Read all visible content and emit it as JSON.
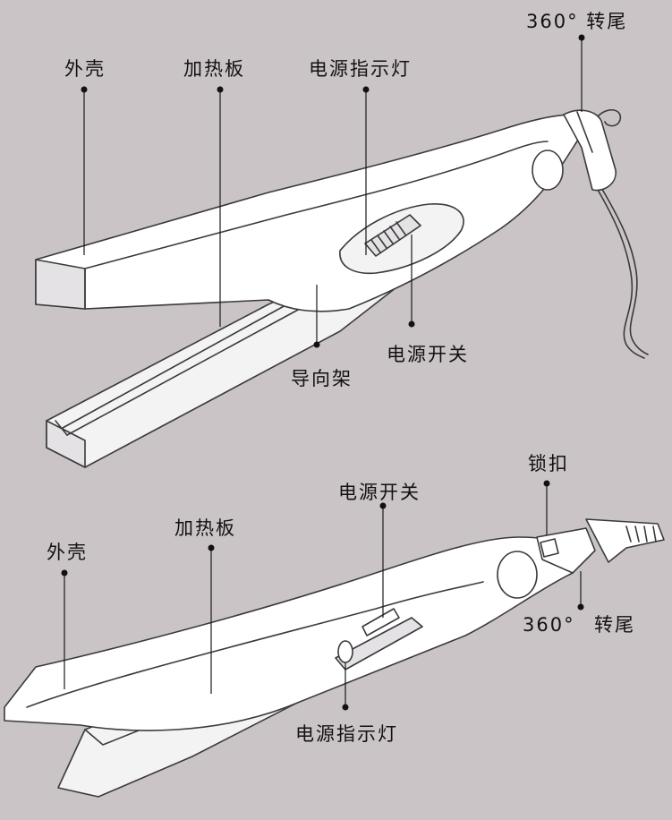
{
  "top_diagram": {
    "labels": {
      "shell": "外壳",
      "heating_plate": "加热板",
      "power_indicator": "电源指示灯",
      "swivel_tail": "360° 转尾",
      "power_switch": "电源开关",
      "guide_rack": "导向架"
    }
  },
  "bottom_diagram": {
    "labels": {
      "lock_buckle": "锁扣",
      "power_switch": "电源开关",
      "heating_plate": "加热板",
      "shell": "外壳",
      "swivel_tail_num": "360°",
      "swivel_tail_text": "转尾",
      "power_indicator": "电源指示灯"
    }
  }
}
